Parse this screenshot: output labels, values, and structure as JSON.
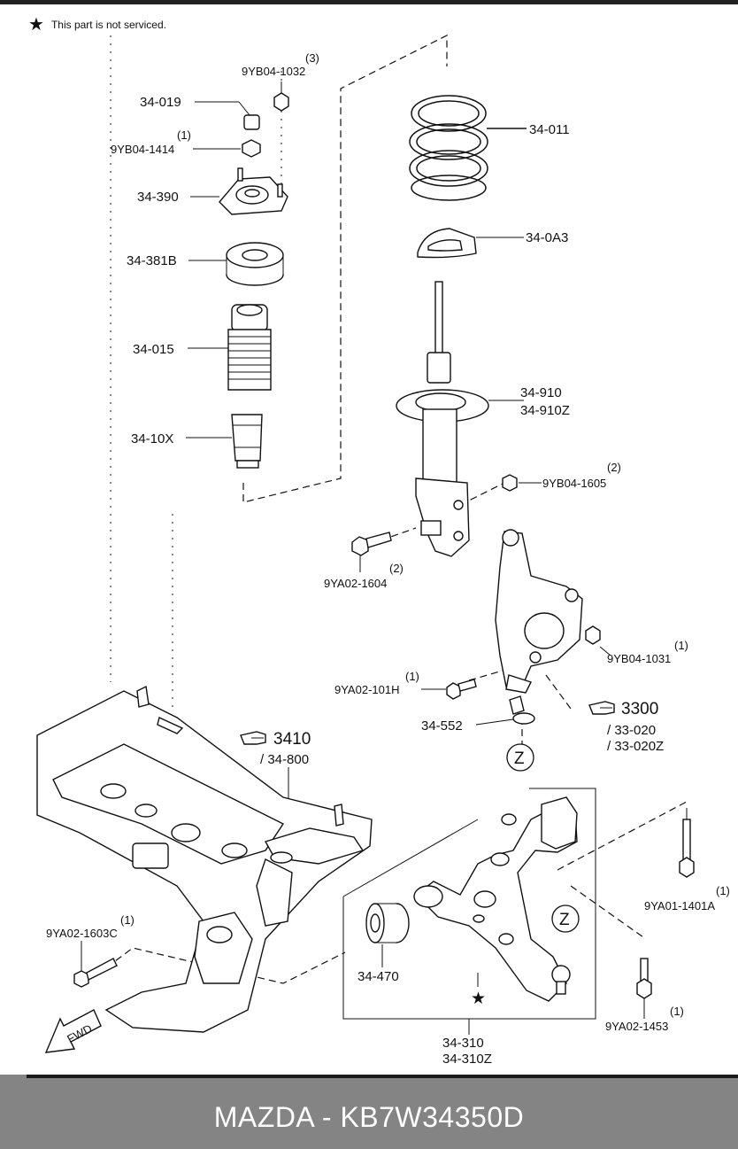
{
  "note": {
    "symbol": "★",
    "text": "This part is not serviced."
  },
  "labels": {
    "nut_top_qty": "(3)",
    "nut_top": "9YB04-1032",
    "cap": "34-019",
    "nut_mid_qty": "(1)",
    "nut_mid": "9YB04-1414",
    "mount": "34-390",
    "bearing": "34-381B",
    "boot": "34-015",
    "bumper": "34-10X",
    "spring": "34-011",
    "seat": "34-0A3",
    "strut_a": "34-910",
    "strut_b": "34-910Z",
    "nut_strut_qty": "(2)",
    "nut_strut": "9YB04-1605",
    "bolt_strut_qty": "(2)",
    "bolt_strut": "9YA02-1604",
    "nut_knuckle_qty": "(1)",
    "nut_knuckle": "9YB04-1031",
    "bolt_knuckle_qty": "(1)",
    "bolt_knuckle": "9YA02-101H",
    "ref_knuckle": "3300",
    "ref_knuckle_a": "/ 33-020",
    "ref_knuckle_b": "/ 33-020Z",
    "clip": "34-552",
    "circle_z_upper": "Z",
    "circle_z_lower": "Z",
    "ref_crossmember": "3410",
    "ref_crossmember_a": "/ 34-800",
    "bolt_arm_rear_qty": "(1)",
    "bolt_arm_rear": "9YA01-1401A",
    "bolt_arm_front_qty": "(1)",
    "bolt_arm_front": "9YA02-1603C",
    "bushing": "34-470",
    "star_arm": "★",
    "bolt_balljoint_qty": "(1)",
    "bolt_balljoint": "9YA02-1453",
    "arm_a": "34-310",
    "arm_b": "34-310Z",
    "fwd": "FWD"
  },
  "footer": {
    "title": "MAZDA - KB7W34350D"
  }
}
